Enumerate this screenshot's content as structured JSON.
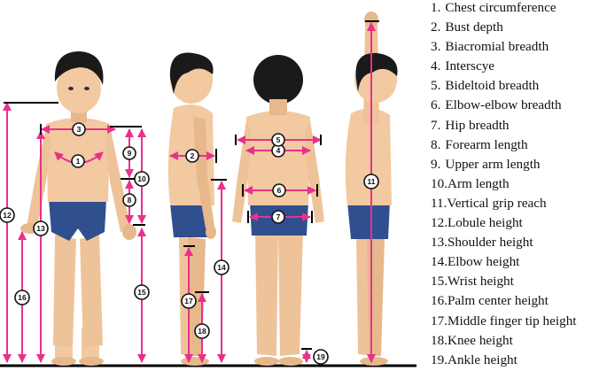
{
  "legend": [
    {
      "num": "1.",
      "label": "Chest circumference"
    },
    {
      "num": "2.",
      "label": "Bust depth"
    },
    {
      "num": "3.",
      "label": "Biacromial breadth"
    },
    {
      "num": "4.",
      "label": "Interscye"
    },
    {
      "num": "5.",
      "label": "Bideltoid breadth"
    },
    {
      "num": "6.",
      "label": "Elbow-elbow breadth"
    },
    {
      "num": "7.",
      "label": "Hip breadth"
    },
    {
      "num": "8.",
      "label": "Forearm length"
    },
    {
      "num": "9.",
      "label": "Upper arm length"
    },
    {
      "num": "10.",
      "label": "Arm length"
    },
    {
      "num": "11.",
      "label": "Vertical grip reach"
    },
    {
      "num": "12.",
      "label": "Lobule height"
    },
    {
      "num": "13.",
      "label": "Shoulder height"
    },
    {
      "num": "14.",
      "label": "Elbow height"
    },
    {
      "num": "15.",
      "label": "Wrist height"
    },
    {
      "num": "16.",
      "label": "Palm center height"
    },
    {
      "num": "17.",
      "label": "Middle finger tip height"
    },
    {
      "num": "18.",
      "label": "Knee height"
    },
    {
      "num": "19.",
      "label": "Ankle height"
    }
  ],
  "markers": [
    "1",
    "2",
    "3",
    "4",
    "5",
    "6",
    "7",
    "8",
    "9",
    "10",
    "11",
    "12",
    "13",
    "14",
    "15",
    "16",
    "17",
    "18",
    "19"
  ],
  "colors": {
    "measure_line": "#e8318a",
    "ground": "#000000",
    "skin": "#f2c9a0",
    "hair": "#1a1a1a",
    "briefs": "#2f4f8f"
  }
}
